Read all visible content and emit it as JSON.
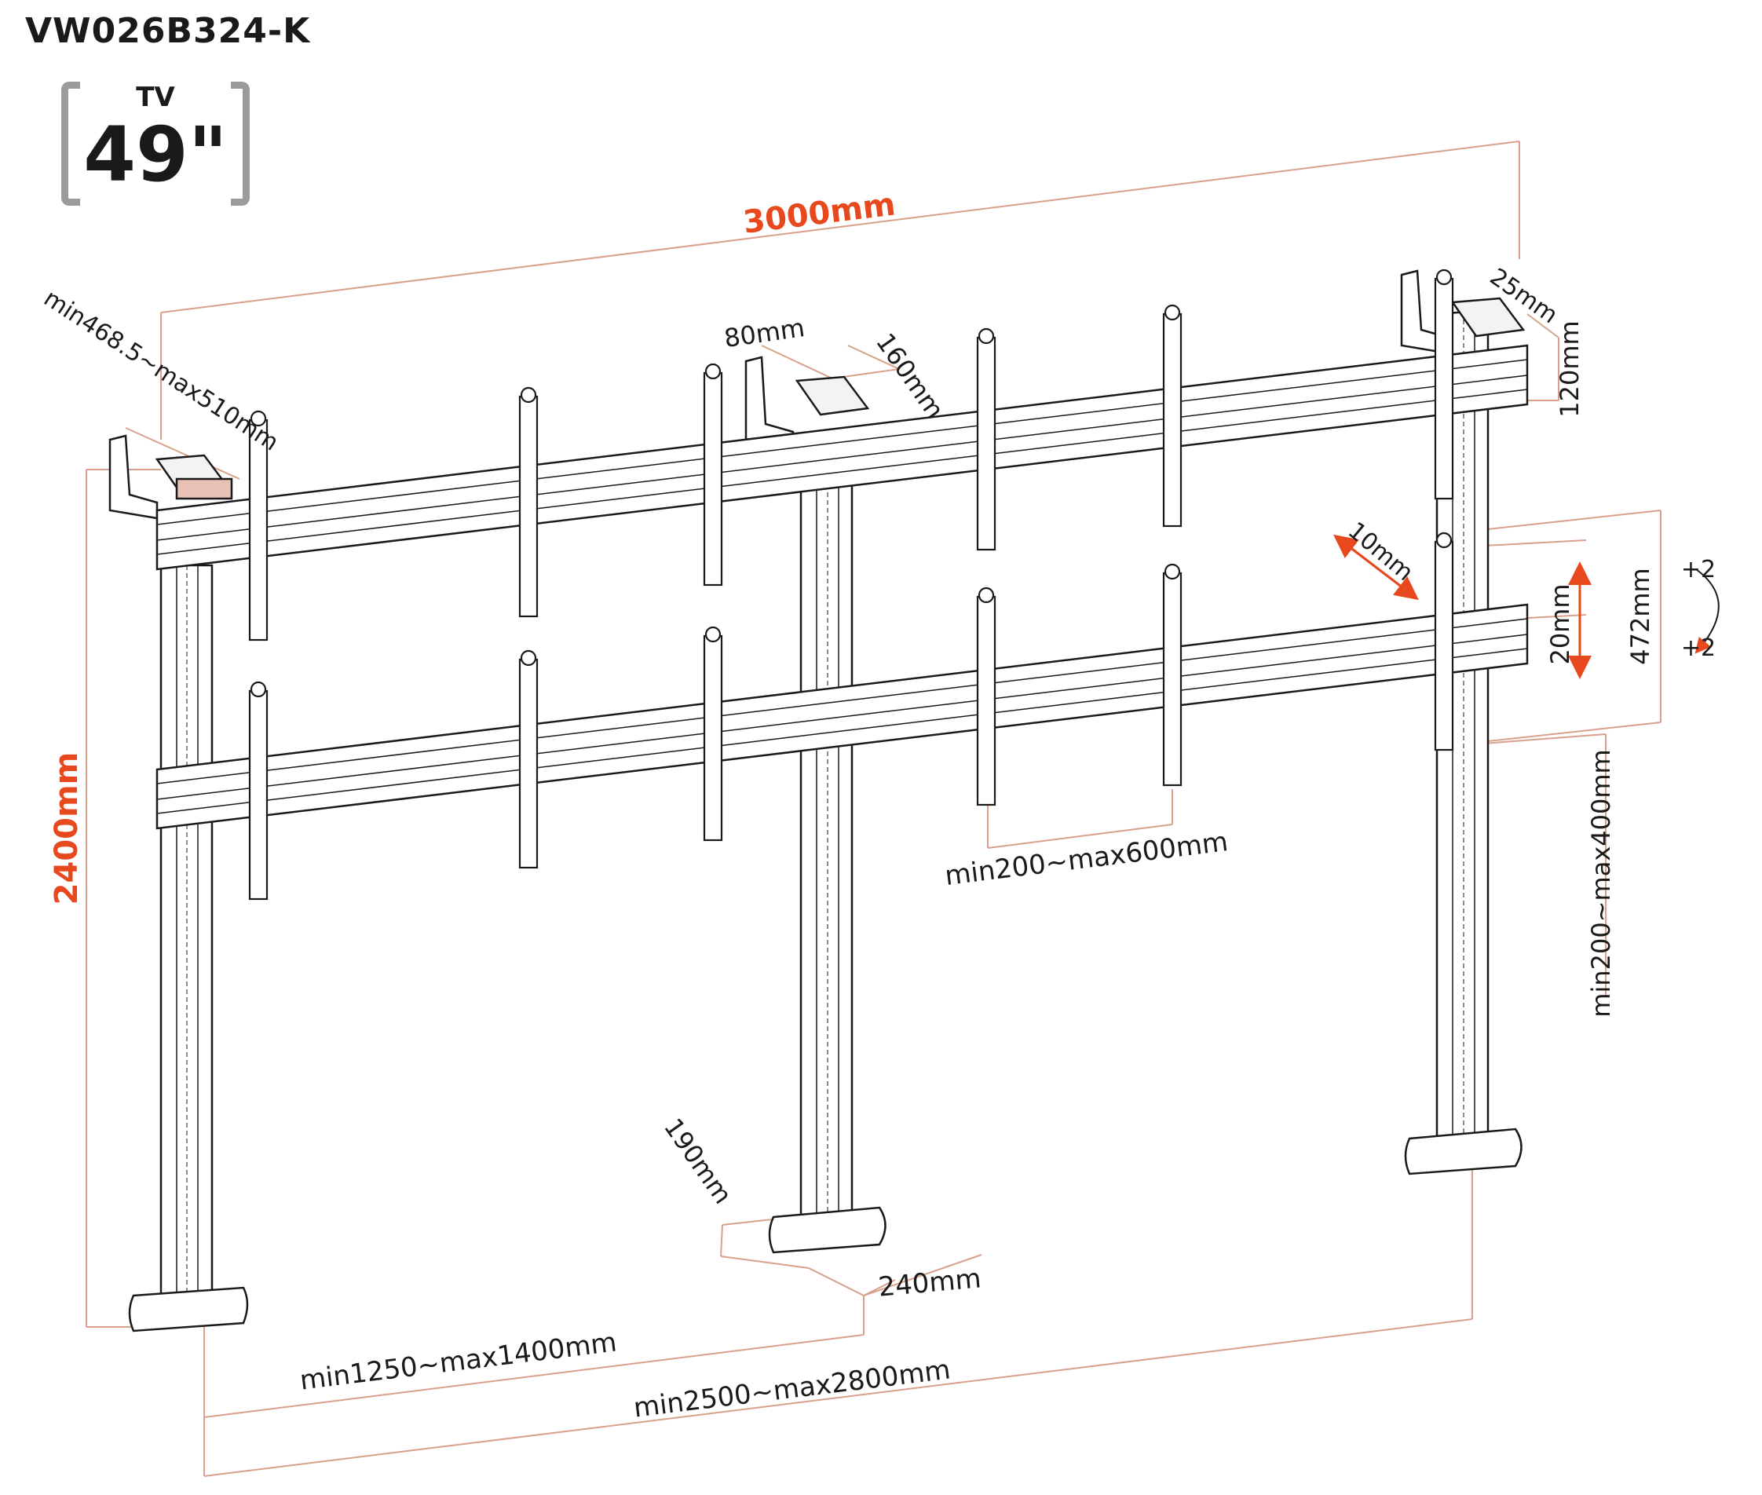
{
  "header": {
    "model_code": "VW026B324-K",
    "tv_label": "TV",
    "tv_size": "49\""
  },
  "dimensions": {
    "total_width": "3000mm",
    "total_height": "2400mm",
    "depth": "min468.5~max510mm",
    "bracket_width": "80mm",
    "bracket_spacing": "160mm",
    "rail_offset": "25mm",
    "rail_height": "120mm",
    "adjust_gap": "10mm",
    "micro_adjust": "20mm",
    "rail_spacing": "472mm",
    "tilt_up": "+2",
    "tilt_down": "+2",
    "vesa_horizontal": "min200~max600mm",
    "vesa_vertical": "min200~max400mm",
    "foot_depth": "190mm",
    "foot_width": "240mm",
    "post_spacing": "min1250~max1400mm",
    "outer_span": "min2500~max2800mm"
  },
  "colors": {
    "accent": "#e8481d",
    "line": "#1a1a1a",
    "dim_line": "#d9a08c",
    "text": "#1a1a1a"
  }
}
